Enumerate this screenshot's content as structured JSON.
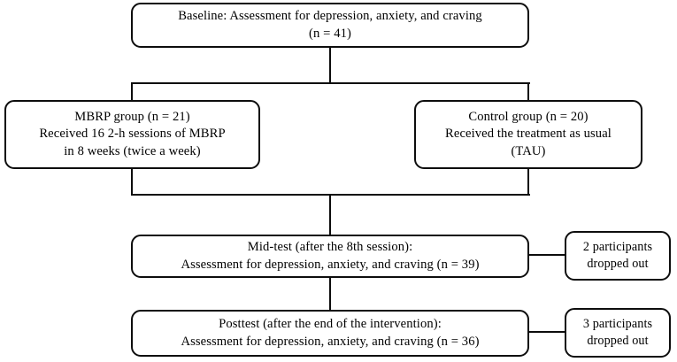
{
  "figure": {
    "title": "CONSORT participant flow diagram",
    "background_color": "#ffffff",
    "stroke_color": "#0d0d0d"
  },
  "nodes": {
    "baseline": {
      "name": "baseline",
      "lines": [
        "Baseline: Assessment for depression, anxiety, and craving",
        "(n = 41)"
      ]
    },
    "mbrp_group": {
      "name": "mbrp-group",
      "lines": [
        "MBRP group (n = 21)",
        "Received 16 2-h sessions of MBRP",
        "in 8 weeks (twice a week)"
      ]
    },
    "control_group": {
      "name": "control-group",
      "lines": [
        "Control group (n = 20)",
        "Received the treatment as usual",
        "(TAU)"
      ]
    },
    "mid_test": {
      "name": "mid-test",
      "lines": [
        "Mid-test (after the 8th session):",
        "Assessment for depression, anxiety, and craving (n = 39)"
      ]
    },
    "posttest": {
      "name": "posttest",
      "lines": [
        "Posttest (after the end of the intervention):",
        "Assessment for depression, anxiety, and craving (n = 36)"
      ]
    },
    "dropout_mid": {
      "name": "dropout-mid-test",
      "lines": [
        "2 participants",
        "dropped out"
      ]
    },
    "dropout_post": {
      "name": "dropout-posttest",
      "lines": [
        "3 participants",
        "dropped out"
      ]
    }
  },
  "chart_data": {
    "type": "diagram",
    "title": "CONSORT participant flow diagram",
    "stages": [
      {
        "stage": "Baseline",
        "label": "Baseline: Assessment for depression, anxiety, and craving",
        "n": 41
      },
      {
        "stage": "Allocation - Intervention",
        "label": "MBRP group; Received 16 2-h sessions of MBRP in 8 weeks (twice a week)",
        "n": 21
      },
      {
        "stage": "Allocation - Control",
        "label": "Control group; Received the treatment as usual (TAU)",
        "n": 20
      },
      {
        "stage": "Mid-test",
        "label": "Mid-test (after the 8th session): Assessment for depression, anxiety, and craving",
        "n": 39,
        "dropped_out": 2
      },
      {
        "stage": "Posttest",
        "label": "Posttest (after the end of the intervention): Assessment for depression, anxiety, and craving",
        "n": 36,
        "dropped_out": 3
      }
    ],
    "edges": [
      {
        "from": "Baseline",
        "to": "Allocation - Intervention"
      },
      {
        "from": "Baseline",
        "to": "Allocation - Control"
      },
      {
        "from": "Allocation - Intervention",
        "to": "Mid-test"
      },
      {
        "from": "Allocation - Control",
        "to": "Mid-test"
      },
      {
        "from": "Mid-test",
        "to": "Posttest"
      },
      {
        "from": "Mid-test",
        "to": "dropout 2 participants"
      },
      {
        "from": "Posttest",
        "to": "dropout 3 participants"
      }
    ]
  }
}
